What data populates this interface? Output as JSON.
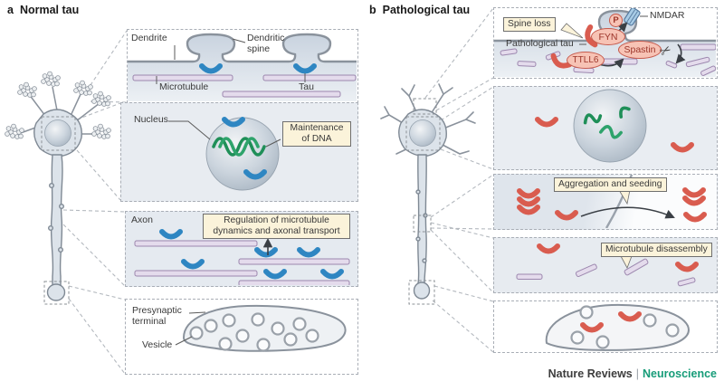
{
  "titles": {
    "a_letter": "a",
    "a_title": "Normal tau",
    "b_letter": "b",
    "b_title": "Pathological tau"
  },
  "labels": {
    "dendrite": "Dendrite",
    "dendritic_spine": "Dendritic spine",
    "microtubule": "Microtubule",
    "tau": "Tau",
    "nucleus": "Nucleus",
    "maintenance_of_dna": "Maintenance of DNA",
    "axon": "Axon",
    "regulation": "Regulation of microtubule dynamics and axonal transport",
    "presynaptic_terminal": "Presynaptic terminal",
    "vesicle": "Vesicle",
    "spine_loss": "Spine loss",
    "pathological_tau": "Pathological tau",
    "nmdar": "NMDAR",
    "phospho": "P",
    "fyn": "FYN",
    "ttll6": "TTLL6",
    "spastin": "Spastin",
    "aggregation": "Aggregation and seeding",
    "disassembly": "Microtubule disassembly"
  },
  "footer": {
    "journal": "Nature Reviews",
    "separator": "|",
    "subject": "Neuroscience"
  },
  "icons": {
    "scissors": "✂"
  },
  "colors": {
    "tau_normal": "#2e86c2",
    "tau_pathological": "#d95c4f",
    "microtubule_fill": "#e4dbec",
    "microtubule_stroke": "#9c87ae",
    "callout_bg": "#fbf3da",
    "protein_fill": "#f7c3b5",
    "protein_stroke": "#c65a4c",
    "dna_green": "#1f8f58",
    "membrane_gray": "#8a929c",
    "panel_bg": "#e7ebf0",
    "footer_teal": "#169c78"
  }
}
